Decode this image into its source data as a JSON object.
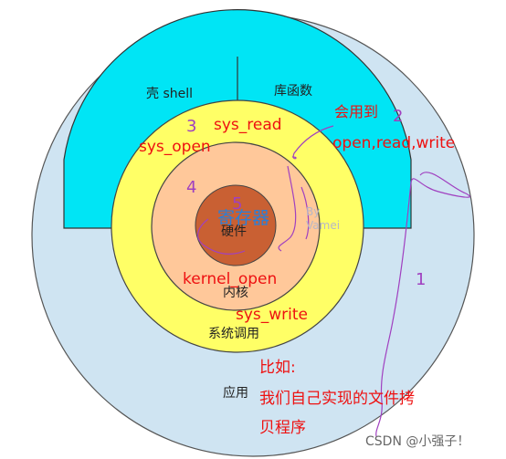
{
  "layers": {
    "app": "应用",
    "shell": "壳 shell",
    "lib": "库函数",
    "syscall": "系统调用",
    "kernel": "内核",
    "hardware": "硬件",
    "register": "寄存器",
    "watermark_by": "By",
    "watermark_name": "Vamei"
  },
  "annotations": {
    "n1": "1",
    "n2": "2",
    "n3": "3",
    "n4": "4",
    "n5": "5",
    "sys_read": "sys_read",
    "sys_open": "sys_open",
    "will_use": "会用到",
    "open_read_write": "open,read,write",
    "kernel_open": "kernel_open",
    "sys_write": "sys_write",
    "example": "比如:",
    "example_line1": "我们自己实现的文件拷",
    "example_line2": "贝程序"
  },
  "footer": {
    "credit": "CSDN @小强子！"
  },
  "colors": {
    "outer": "#cfe4f2",
    "shell": "#00e5f5",
    "syscall": "#ffff66",
    "kernel": "#ffc89a",
    "core": "#c96033",
    "annotation_red": "#ee1111",
    "annotation_purple": "#a040c0",
    "register_blue": "#2a7fd8"
  }
}
